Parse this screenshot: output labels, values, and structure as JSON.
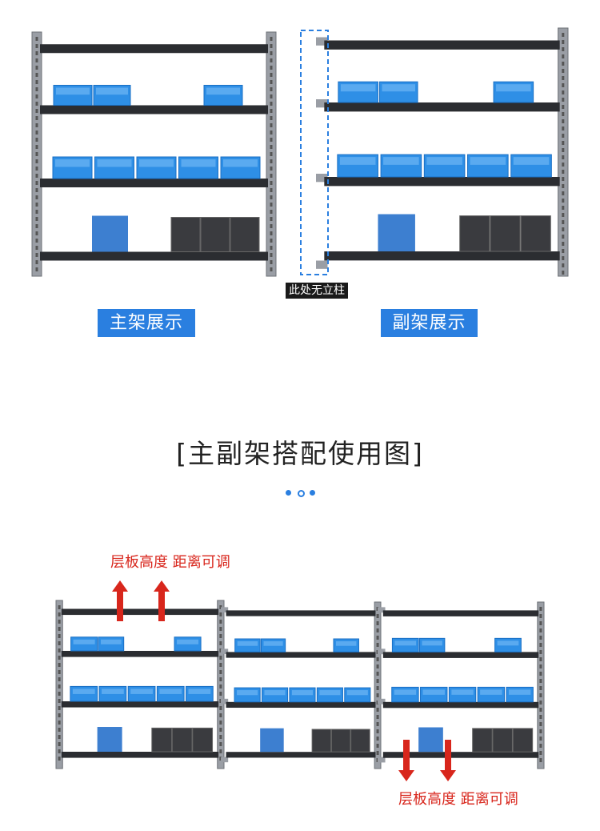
{
  "labels": {
    "main_rack": "主架展示",
    "sub_rack": "副架展示",
    "no_post_note": "此处无立柱",
    "section_title": "[主副架搭配使用图]",
    "adjust_top": "层板高度 距离可调",
    "adjust_bottom": "层板高度 距离可调"
  },
  "colors": {
    "accent_blue": "#2a7fe0",
    "bin_blue": "#2e8fe6",
    "arrow_red": "#d8261c",
    "shelf_dark": "#2b2d31",
    "post_gray": "#9a9ea5"
  },
  "icons": [
    "arrow-up-icon",
    "arrow-down-icon",
    "pagination-dots"
  ]
}
